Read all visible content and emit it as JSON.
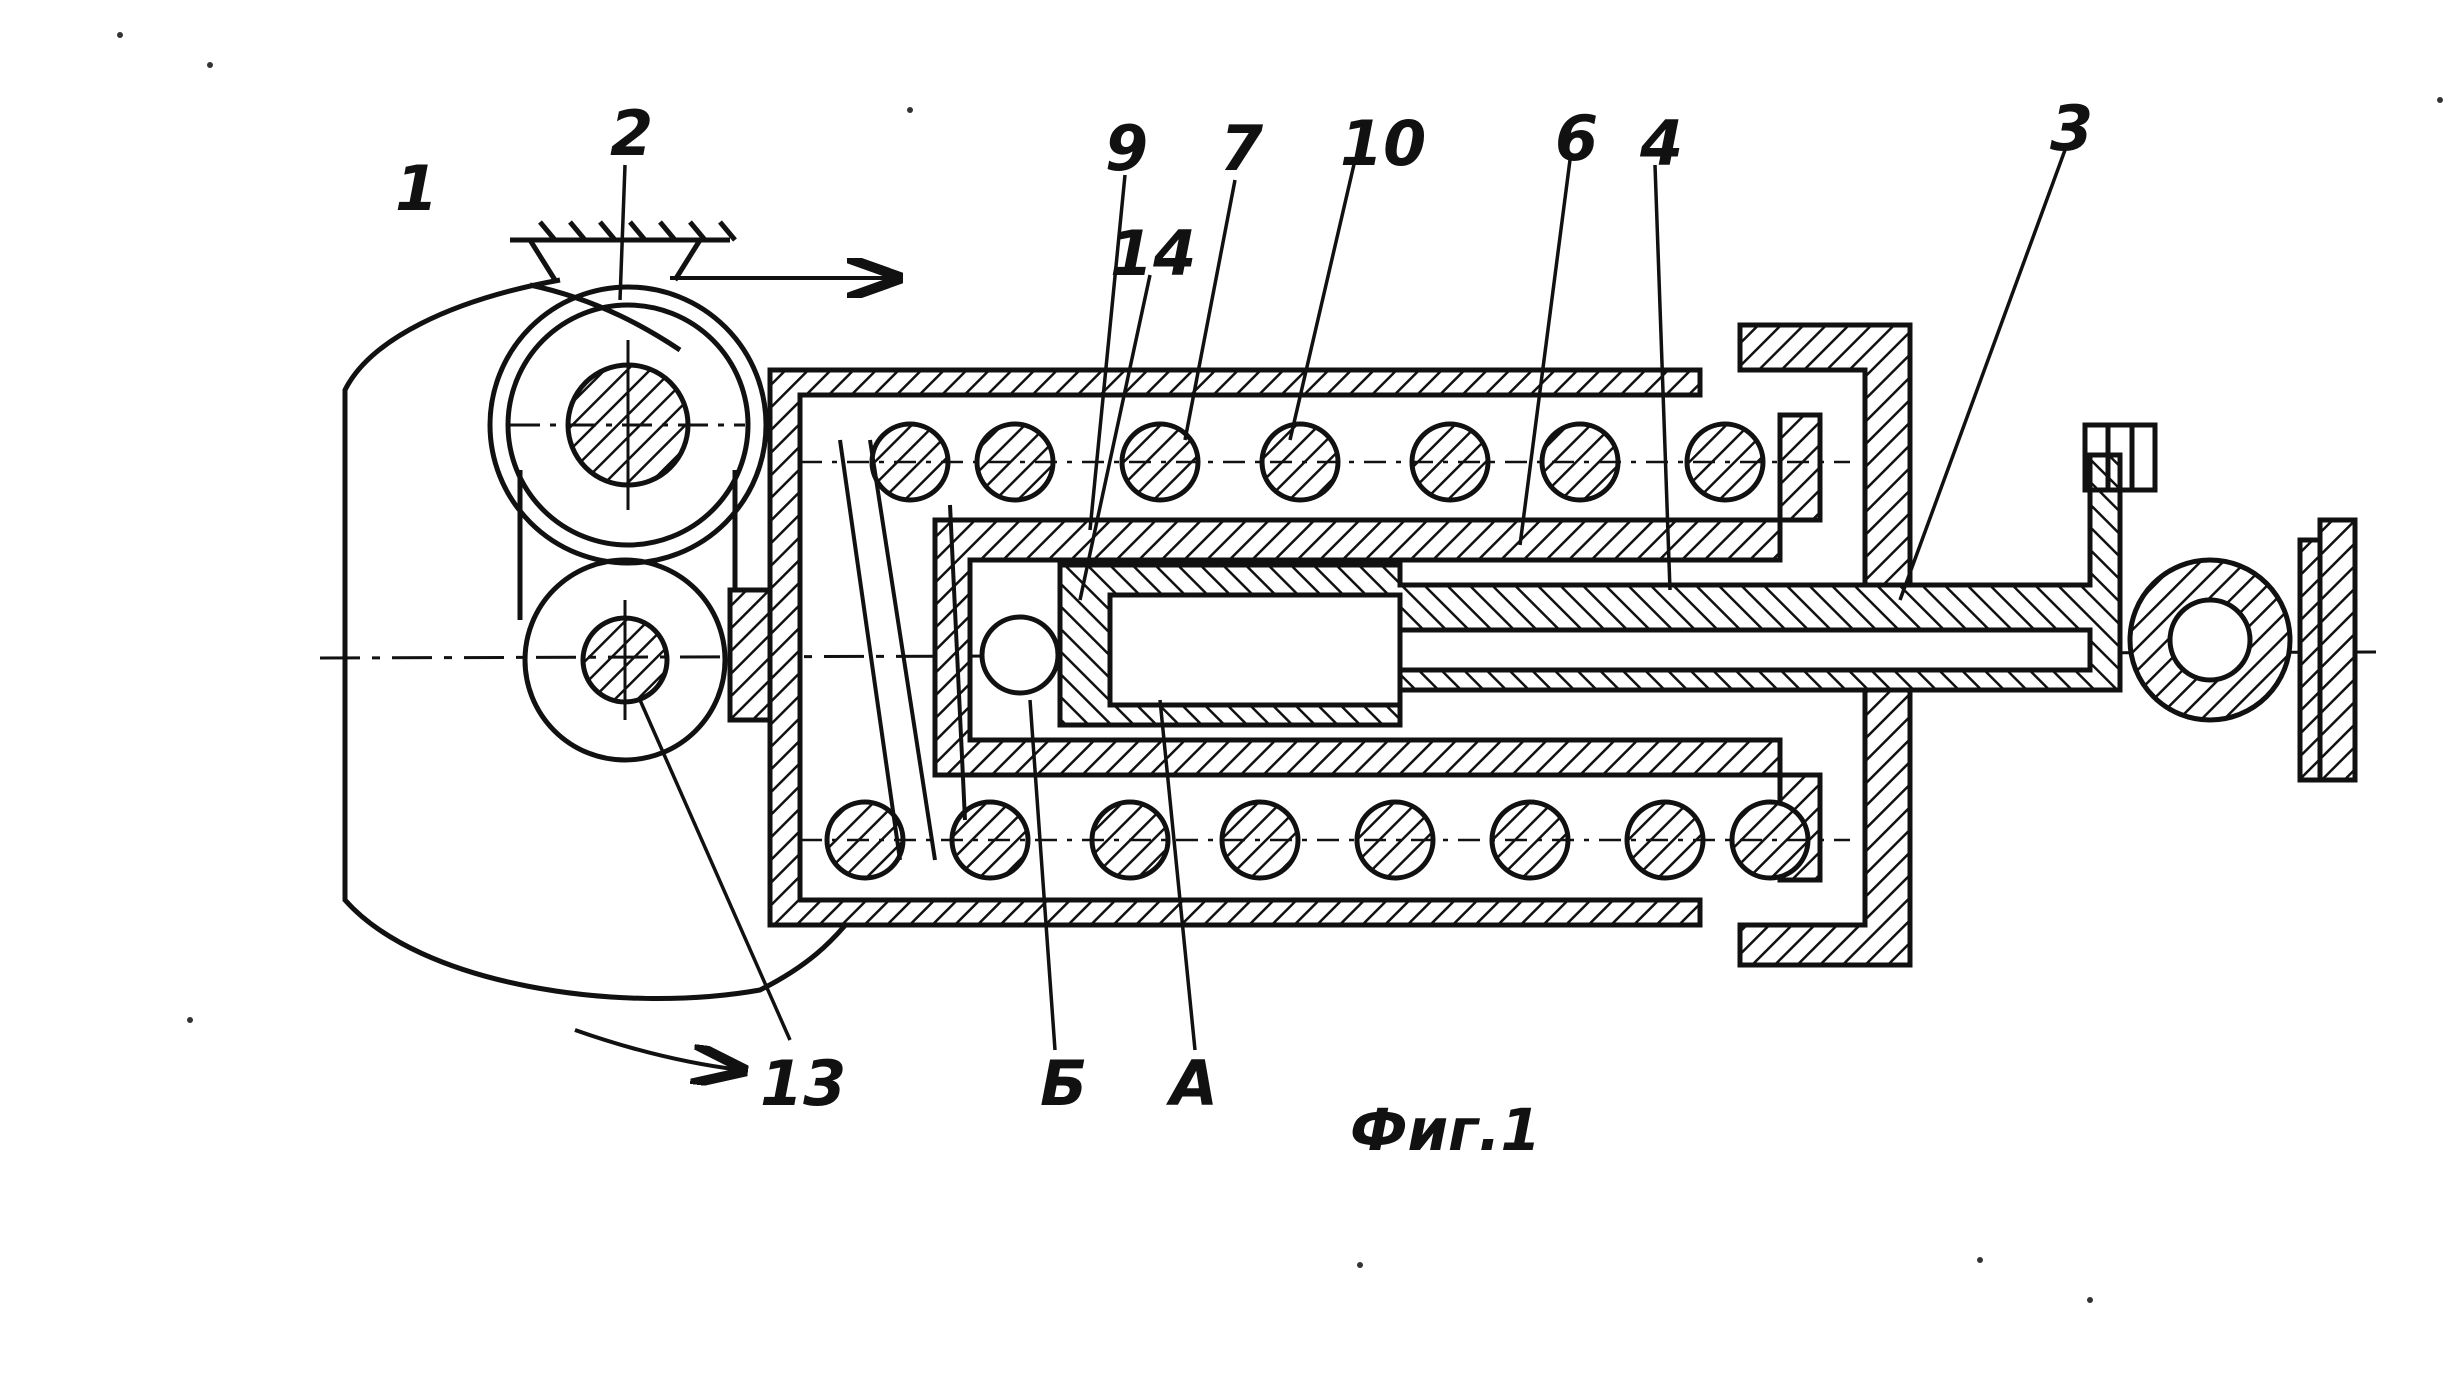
{
  "figure": {
    "caption": "Фиг.1",
    "labels": {
      "l1": "1",
      "l2": "2",
      "l9": "9",
      "l7": "7",
      "l10": "10",
      "l6": "6",
      "l4": "4",
      "l3": "3",
      "l14": "14",
      "l13": "13",
      "lB": "Б",
      "lA": "А"
    }
  }
}
